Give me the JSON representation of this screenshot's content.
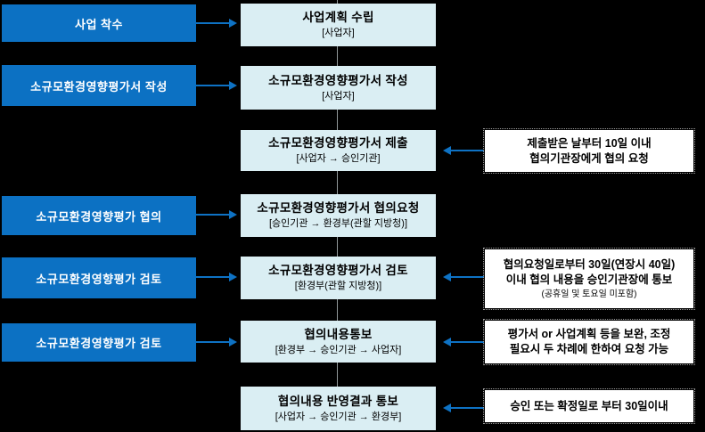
{
  "palette": {
    "background": "#000000",
    "stage_box_blue": "#0c71c3",
    "step_box_light_blue": "#daeef3",
    "note_box_white": "#ffffff",
    "arrow_blue": "#0e72c4",
    "connector_gray": "#919899",
    "stage_text": "#ffffff",
    "step_text": "#000000"
  },
  "flow": {
    "rows": [
      {
        "left": "사업 착수",
        "center": {
          "title": "사업계획 수립",
          "subtitle": "[사업자]"
        }
      },
      {
        "left": "소규모환경영향평가서 작성",
        "center": {
          "title": "소규모환경영향평가서 작성",
          "subtitle": "[사업자]"
        }
      },
      {
        "center": {
          "title": "소규모환경영향평가서 제출",
          "subtitle": "[사업자 → 승인기관]"
        },
        "note": {
          "line1": "제출받은 날부터 10일 이내",
          "line2": "협의기관장에게 협의 요청"
        }
      },
      {
        "left": "소규모환경영향평가 협의",
        "center": {
          "title": "소규모환경영향평가서 협의요청",
          "subtitle": "[승인기관 → 환경부(관할 지방청)]"
        }
      },
      {
        "left": "소규모환경영향평가 검토",
        "center": {
          "title": "소규모환경영향평가서 검토",
          "subtitle": "[환경부(관할 지방청)]"
        },
        "note": {
          "line1": "협의요청일로부터 30일(연장시 40일)",
          "line2": "이내 협의 내용을 승인기관장에 통보",
          "small": "(공휴일 및 토요일 미포함)"
        }
      },
      {
        "left": "소규모환경영향평가 검토",
        "center": {
          "title": "협의내용통보",
          "subtitle": "[환경부 → 승인기관 → 사업자]"
        },
        "note": {
          "line1": "평가서 or 사업계획 등을 보완, 조정",
          "line2": "필요시 두 차례에 한하여 요청 가능"
        }
      },
      {
        "center": {
          "title": "협의내용 반영결과 통보",
          "subtitle": "[사업자 → 승인기관 → 환경부]"
        },
        "note": {
          "line1": "승인 또는 확정일로 부터 30일이내"
        }
      }
    ]
  }
}
